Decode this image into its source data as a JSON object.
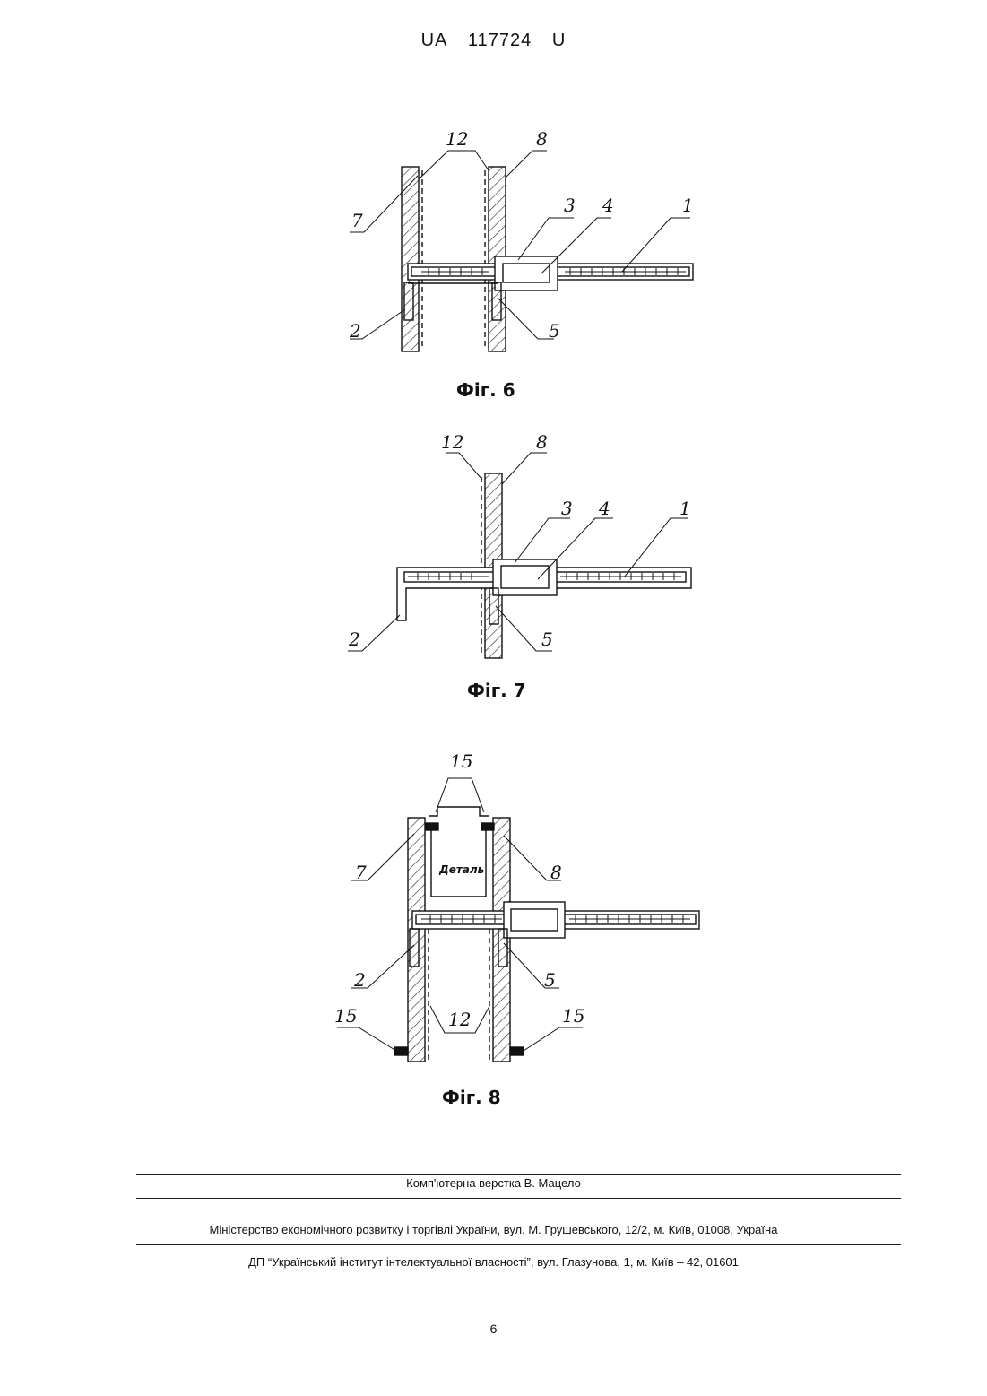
{
  "header": {
    "country": "UA",
    "number": "117724",
    "kind": "U"
  },
  "figures": [
    {
      "caption": "Фіг. 6",
      "labels": {
        "l12": "12",
        "l8": "8",
        "l7": "7",
        "l3": "3",
        "l4": "4",
        "l1": "1",
        "l2": "2",
        "l5": "5"
      }
    },
    {
      "caption": "Фіг. 7",
      "labels": {
        "l12": "12",
        "l8": "8",
        "l3": "3",
        "l4": "4",
        "l1": "1",
        "l2": "2",
        "l5": "5"
      }
    },
    {
      "caption": "Фіг. 8",
      "labels": {
        "l15top": "15",
        "l7": "7",
        "l8": "8",
        "l2": "2",
        "l5": "5",
        "l12": "12",
        "l15left": "15",
        "l15right": "15"
      },
      "part_label": "Деталь"
    }
  ],
  "footer": {
    "layout_credit": "Комп'ютерна верстка В. Мацело",
    "ministry": "Міністерство економічного розвитку і торгівлі України, вул. М. Грушевського, 12/2, м. Київ, 01008, Україна",
    "institute": "ДП “Український інститут інтелектуальної власності”, вул. Глазунова, 1, м. Київ – 42, 01601"
  },
  "page_number": "6"
}
